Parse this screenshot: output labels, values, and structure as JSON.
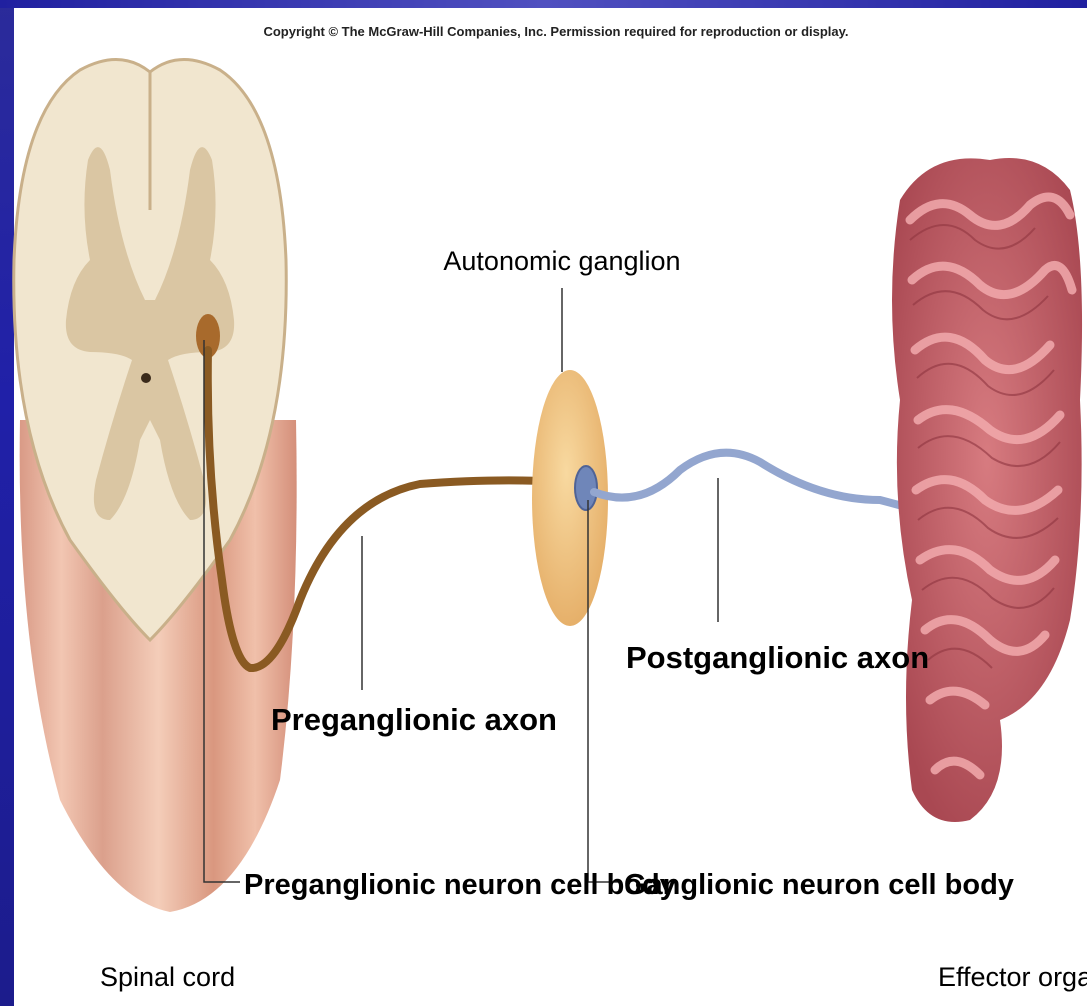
{
  "copyright": "Copyright © The McGraw-Hill Companies, Inc. Permission required for reproduction or display.",
  "labels": {
    "autonomic_ganglion": "Autonomic ganglion",
    "preganglionic_axon": "Preganglionic axon",
    "postganglionic_axon": "Postganglionic axon",
    "preganglionic_neuron_cell_body": "Preganglionic neuron cell body",
    "ganglionic_neuron_cell_body": "Ganglionic neuron cell body",
    "spinal_cord": "Spinal cord",
    "effector_organ": "Effector organ"
  },
  "colors": {
    "slide_band": "#2020a8",
    "spinal_cord_white_matter": "#f1e6cf",
    "spinal_cord_gray_matter": "#d8c4a0",
    "spinal_cord_meninges": "#e8b9a4",
    "preganglionic_axon": "#8a5a22",
    "postganglionic_axon": "#93a6cf",
    "ganglion": "#f0c47e",
    "effector_organ": "#c8636a",
    "label_text": "#000000"
  }
}
